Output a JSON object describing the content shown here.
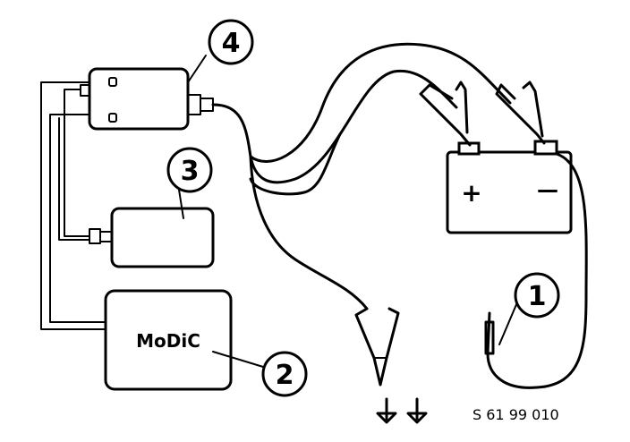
{
  "callouts": {
    "c1": "1",
    "c2": "2",
    "c3": "3",
    "c4": "4"
  },
  "modic_label": "MoDiC",
  "battery": {
    "plus": "+",
    "minus": "—"
  },
  "figure_code": "S 61 99 010"
}
